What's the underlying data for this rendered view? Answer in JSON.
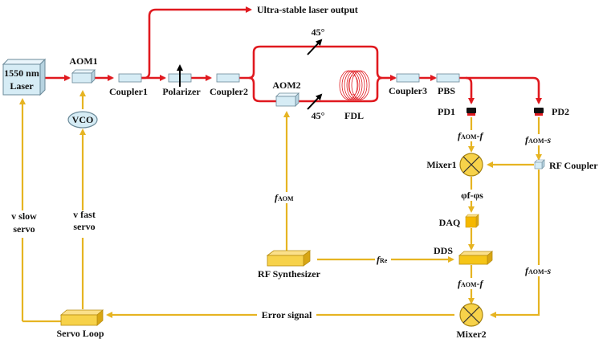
{
  "diagram": {
    "title": "Ultra-stable laser frequency stabilization setup",
    "colors": {
      "optical": "#e0191f",
      "electrical": "#e6b422",
      "box_fill": "#f7d24a",
      "optic_fill": "#d6ecf5"
    },
    "components": {
      "laser": "1550 nm Laser",
      "laser_line1": "1550 nm",
      "laser_line2": "Laser",
      "aom1": "AOM1",
      "coupler1": "Coupler1",
      "polarizer": "Polarizer",
      "coupler2": "Coupler2",
      "aom2": "AOM2",
      "fdl": "FDL",
      "angle_top": "45°",
      "angle_bottom": "45°",
      "coupler3": "Coupler3",
      "pbs": "PBS",
      "pd1": "PD1",
      "pd2": "PD2",
      "vco": "VCO",
      "mixer1": "Mixer1",
      "mixer2": "Mixer2",
      "rf_coupler": "RF Coupler",
      "daq": "DAQ",
      "dds": "DDS",
      "rf_synth": "RF Synthesizer",
      "servo_loop": "Servo Loop"
    },
    "signals": {
      "output": "Ultra-stable laser output",
      "f_aom_main": "f",
      "f_aom_sub": "AOM",
      "f_re_main": "f",
      "f_re_sub": "Re",
      "faom_f_sub": "AOM",
      "faom_f_tail": "-f",
      "faom_s_tail": "-s",
      "phi_diff": "φf-φs",
      "error_signal": "Error signal",
      "slow_servo_1": "v slow",
      "slow_servo_2": "servo",
      "fast_servo_1": "v fast",
      "fast_servo_2": "servo"
    }
  }
}
